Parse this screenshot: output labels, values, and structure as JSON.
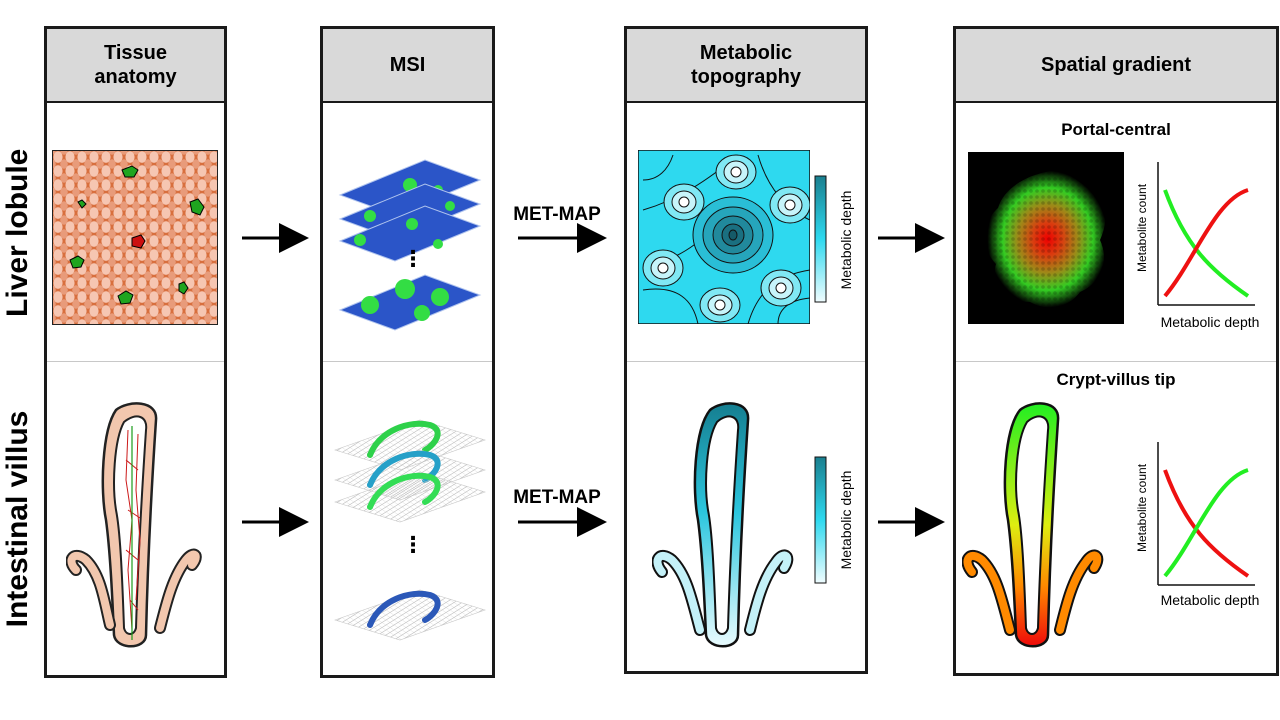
{
  "panels": {
    "tissue_anatomy": "Tissue\nanatomy",
    "msi": "MSI",
    "metabolic_topography": "Metabolic\ntopography",
    "spatial_gradient": "Spatial gradient"
  },
  "rows": {
    "liver": "Liver lobule",
    "intestine": "Intestinal villus"
  },
  "arrows": {
    "met_map_top": "MET-MAP",
    "met_map_bottom": "MET-MAP"
  },
  "ellipsis": {
    "top": "⋮",
    "bottom": "⋮"
  },
  "colorbar": {
    "top_label": "Metabolic depth",
    "bottom_label": "Metabolic depth"
  },
  "gradient": {
    "liver_title": "Portal-central",
    "intestine_title": "Crypt-villus tip",
    "x_label_top": "Metabolic depth",
    "y_label_top": "Metabolite count",
    "x_label_bottom": "Metabolic depth",
    "y_label_bottom": "Metabolite count"
  },
  "colors": {
    "header_bg": "#d9d9d9",
    "green_line": "#22ee22",
    "red_line": "#ee1111",
    "topo_dark": "#1a7f8f",
    "topo_light": "#2ee0f4",
    "villus_fill": "#f2c7ae"
  }
}
